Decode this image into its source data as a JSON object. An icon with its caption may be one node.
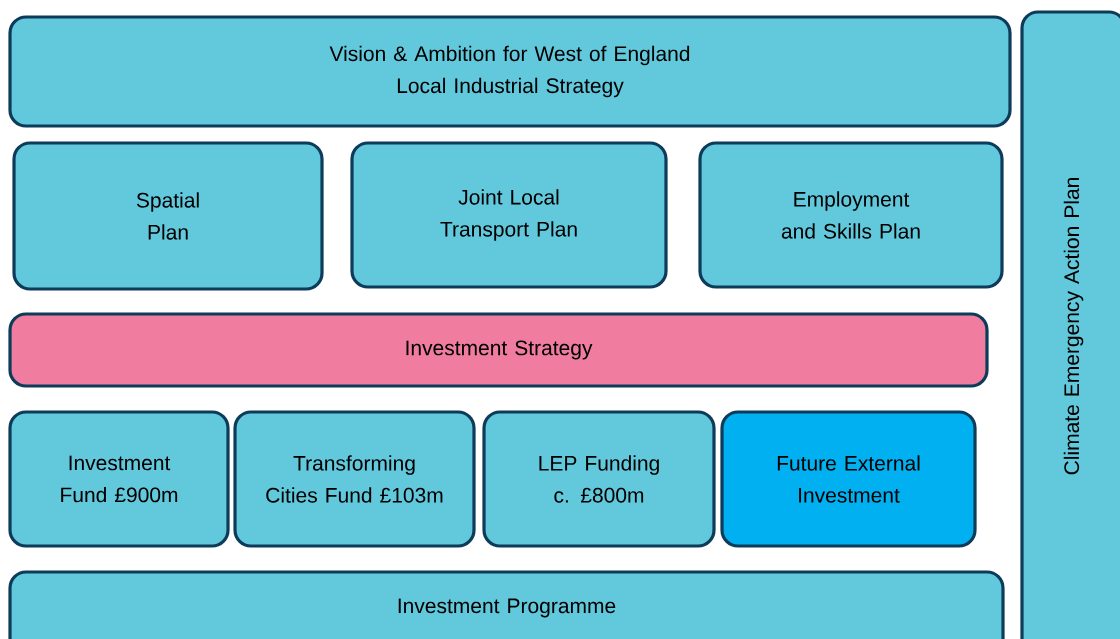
{
  "diagram": {
    "nodes": [
      {
        "text": [
          "Vision & Ambition for West of England",
          "Local Industrial Strategy"
        ]
      },
      {
        "text": [
          "Spatial Plan"
        ]
      },
      {
        "text": [
          "Joint Local Transport Plan"
        ]
      },
      {
        "text": [
          "Employment and Skills Plan"
        ]
      },
      {
        "text": [
          "Investment Strategy"
        ]
      },
      {
        "text": [
          "Investment Fund £900m"
        ]
      },
      {
        "text": [
          "Transforming Cities Fund £103m"
        ]
      },
      {
        "text": [
          "LEP Funding c. £800m"
        ]
      },
      {
        "text": [
          "Future External Investment"
        ]
      },
      {
        "text": [
          "Investment Programme"
        ]
      },
      {
        "text": [
          "Climate Emergency Action Plan"
        ]
      }
    ]
  }
}
